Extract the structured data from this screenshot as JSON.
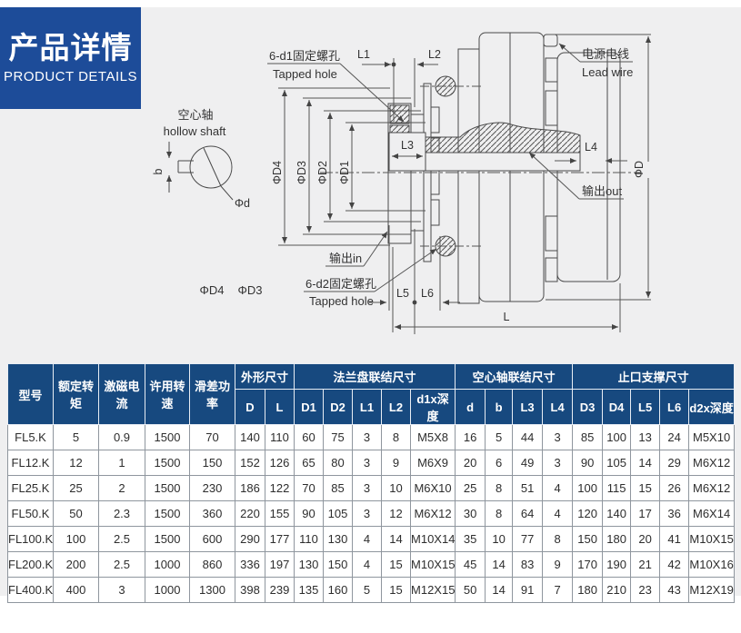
{
  "banner": {
    "title_zh": "产品详情",
    "title_en": "PRODUCT DETAILS"
  },
  "colors": {
    "banner_blue": "#1d4c99",
    "table_header_blue": "#17497f",
    "panel_gray": "#efeff0"
  },
  "diagram": {
    "labels": {
      "tapped_hole_top_zh": "6-d1固定螺孔",
      "tapped_hole_top_en": "Tapped hole",
      "lead_wire_zh": "电源电线",
      "lead_wire_en": "Lead wire",
      "hollow_shaft_zh": "空心轴",
      "hollow_shaft_en": "hollow shaft",
      "output_out": "输出out",
      "output_in": "输出in",
      "tapped_hole_bottom_zh": "6-d2固定螺孔",
      "tapped_hole_bottom_en": "Tapped hole",
      "dim_l1": "L1",
      "dim_l2": "L2",
      "dim_l3": "L3",
      "dim_l4": "L4",
      "dim_l5": "L5",
      "dim_l6": "L6",
      "dim_l": "L",
      "dim_phid4": "ΦD4",
      "dim_phid3": "ΦD3",
      "dim_phid2": "ΦD2",
      "dim_phid1": "ΦD1",
      "dim_phid": "ΦD",
      "dim_phid_small": "Φd",
      "dim_b": "b",
      "bottom_phid4": "ΦD4",
      "bottom_phid3": "ΦD3"
    }
  },
  "table": {
    "col_model": "型号",
    "col_torque": "额定转矩",
    "col_current": "激磁电流",
    "col_speed": "许用转速",
    "col_power": "滑差功率",
    "group_outline": "外形尺寸",
    "group_flange": "法兰盘联结尺寸",
    "group_hollow": "空心轴联结尺寸",
    "group_spigot": "止口支撑尺寸",
    "sub_headers": [
      "D",
      "L",
      "D1",
      "D2",
      "L1",
      "L2",
      "d1x深度",
      "d",
      "b",
      "L3",
      "L4",
      "D3",
      "D4",
      "L5",
      "L6",
      "d2x深度"
    ],
    "rows": [
      [
        "FL5.K",
        "5",
        "0.9",
        "1500",
        "70",
        "140",
        "110",
        "60",
        "75",
        "3",
        "8",
        "M5X8",
        "16",
        "5",
        "44",
        "3",
        "85",
        "100",
        "13",
        "24",
        "M5X10"
      ],
      [
        "FL12.K",
        "12",
        "1",
        "1500",
        "150",
        "152",
        "126",
        "65",
        "80",
        "3",
        "9",
        "M6X9",
        "20",
        "6",
        "49",
        "3",
        "90",
        "105",
        "14",
        "29",
        "M6X12"
      ],
      [
        "FL25.K",
        "25",
        "2",
        "1500",
        "230",
        "186",
        "122",
        "70",
        "85",
        "3",
        "10",
        "M6X10",
        "25",
        "8",
        "51",
        "4",
        "100",
        "115",
        "15",
        "26",
        "M6X12"
      ],
      [
        "FL50.K",
        "50",
        "2.3",
        "1500",
        "360",
        "220",
        "155",
        "90",
        "105",
        "3",
        "12",
        "M6X12",
        "30",
        "8",
        "64",
        "4",
        "120",
        "140",
        "17",
        "36",
        "M6X14"
      ],
      [
        "FL100.K",
        "100",
        "2.5",
        "1500",
        "600",
        "290",
        "177",
        "110",
        "130",
        "4",
        "14",
        "M10X14",
        "35",
        "10",
        "77",
        "8",
        "150",
        "180",
        "20",
        "41",
        "M10X15"
      ],
      [
        "FL200.K",
        "200",
        "2.5",
        "1000",
        "860",
        "336",
        "197",
        "130",
        "150",
        "4",
        "15",
        "M10X15",
        "45",
        "14",
        "83",
        "9",
        "170",
        "190",
        "21",
        "42",
        "M10X16"
      ],
      [
        "FL400.K",
        "400",
        "3",
        "1000",
        "1300",
        "398",
        "239",
        "135",
        "160",
        "5",
        "15",
        "M12X15",
        "50",
        "14",
        "91",
        "7",
        "180",
        "210",
        "23",
        "43",
        "M12X19"
      ]
    ]
  }
}
